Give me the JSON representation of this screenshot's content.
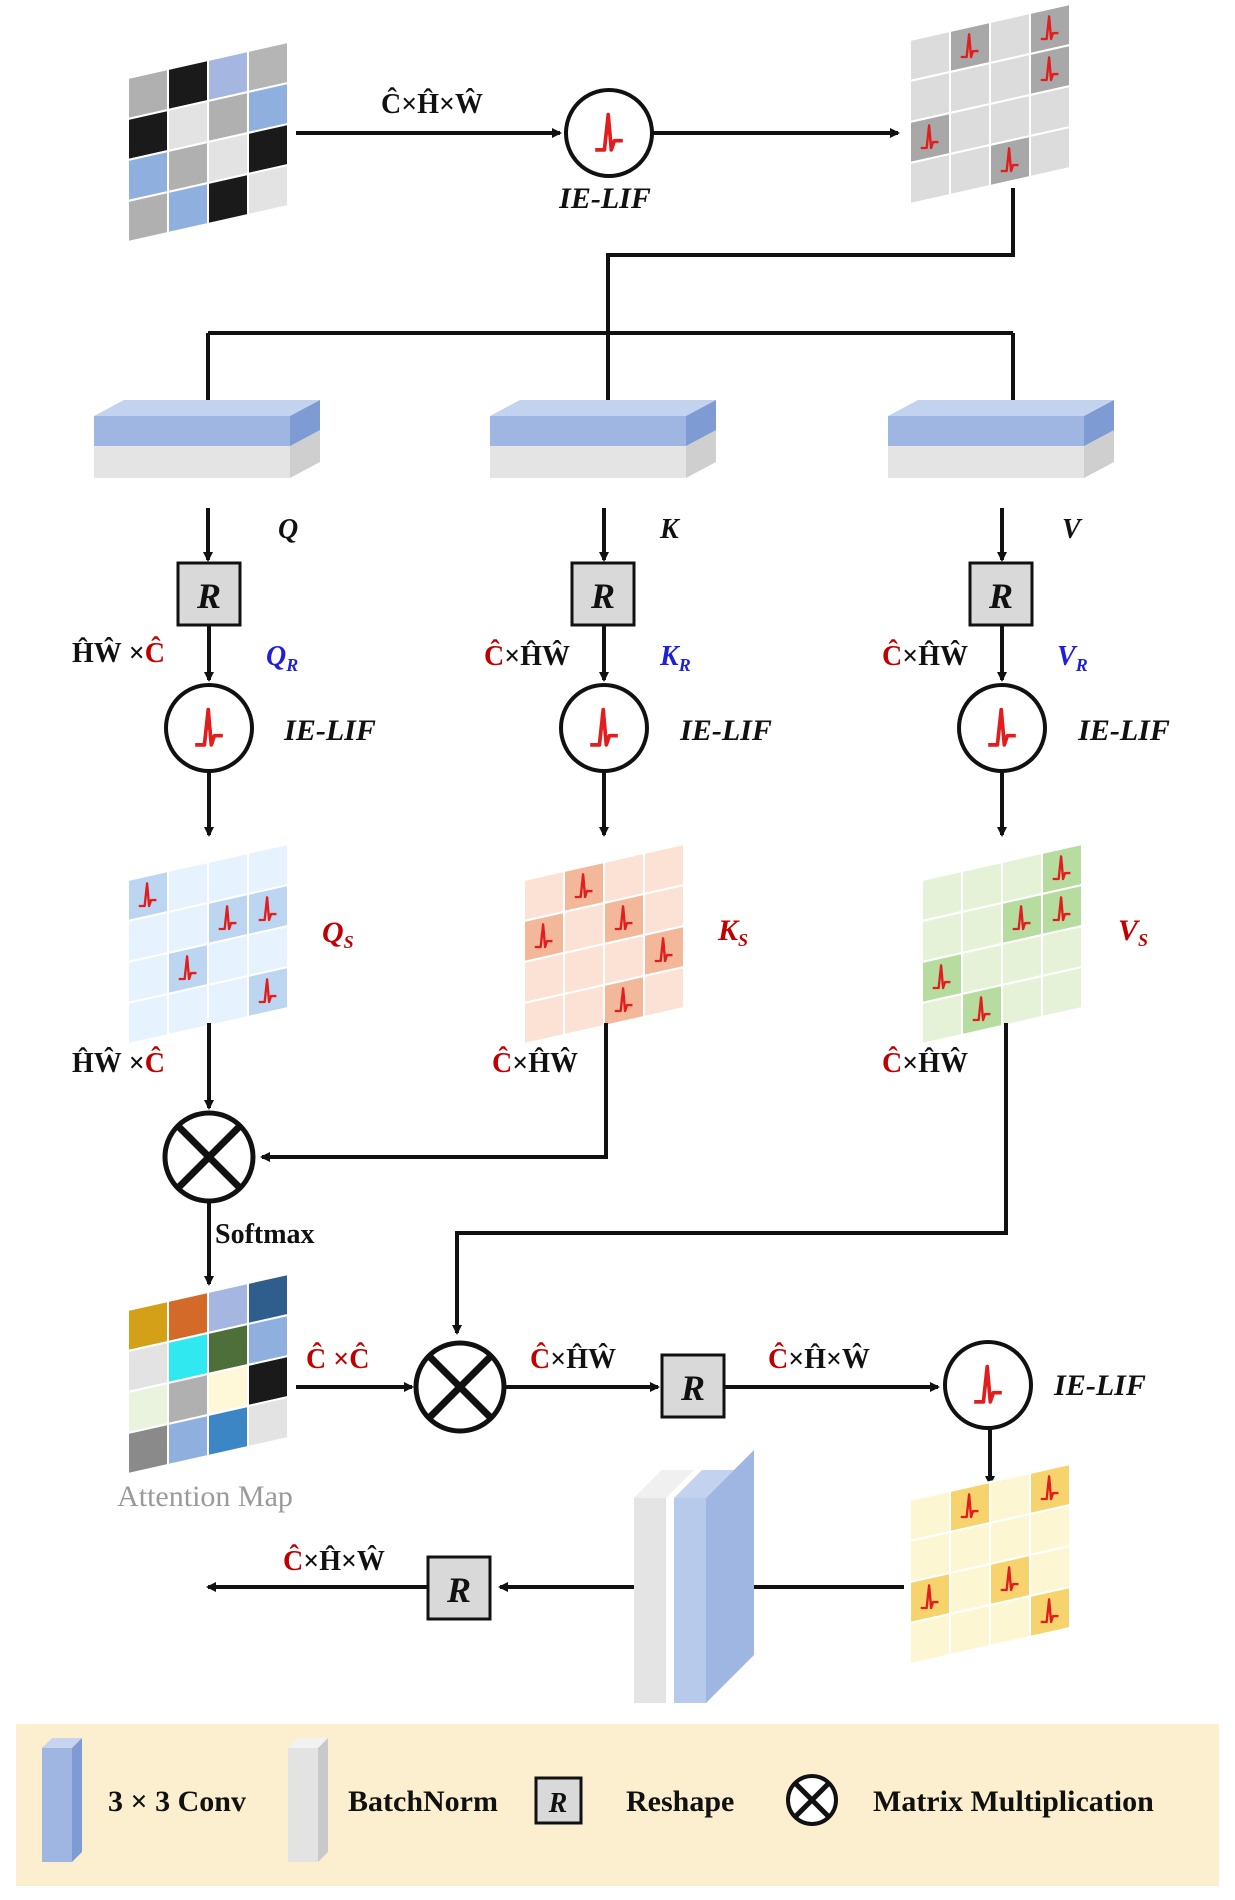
{
  "labels": {
    "top_dims": "Ĉ×Ĥ×Ŵ",
    "ielif": "IE-LIF",
    "R": "R",
    "q": "Q",
    "k": "K",
    "v": "V",
    "qr": "Q",
    "qr_sub": "R",
    "kr": "K",
    "kr_sub": "R",
    "vr": "V",
    "vr_sub": "R",
    "qs": "Q",
    "qs_sub": "S",
    "ks": "K",
    "ks_sub": "S",
    "vs": "V",
    "vs_sub": "S",
    "q_reshape_dims_a": "ĤŴ ×",
    "q_reshape_dims_b": "Ĉ",
    "k_reshape_dims_a": "Ĉ",
    "k_reshape_dims_b": "×ĤŴ",
    "v_reshape_dims_a": "Ĉ",
    "v_reshape_dims_b": "×ĤŴ",
    "qs_dims_a": "ĤŴ ×",
    "qs_dims_b": "Ĉ",
    "ks_dims_a": "Ĉ",
    "ks_dims_b": "×ĤŴ",
    "vs_dims_a": "Ĉ",
    "vs_dims_b": "×ĤŴ",
    "softmax": "Softmax",
    "attention_map": "Attention Map",
    "cc_dims_a": "Ĉ ×",
    "cc_dims_b": "Ĉ",
    "mm2_out_a": "Ĉ",
    "mm2_out_b": "×ĤŴ",
    "r_out_a": "Ĉ",
    "r_out_b": "×Ĥ×Ŵ",
    "final_a": "Ĉ",
    "final_b": "×Ĥ×Ŵ"
  },
  "legend": {
    "conv": "3 × 3 Conv",
    "bn": "BatchNorm",
    "reshape_symbol": "R",
    "reshape": "Reshape",
    "matmul": "Matrix Multiplication"
  },
  "colors": {
    "accent_red": "#c00000",
    "accent_blue": "#1f1fd8",
    "conv_blue": "#9fb6e3",
    "bn_gray": "#e6e6e6",
    "legend_bg": "#fcefd0"
  }
}
